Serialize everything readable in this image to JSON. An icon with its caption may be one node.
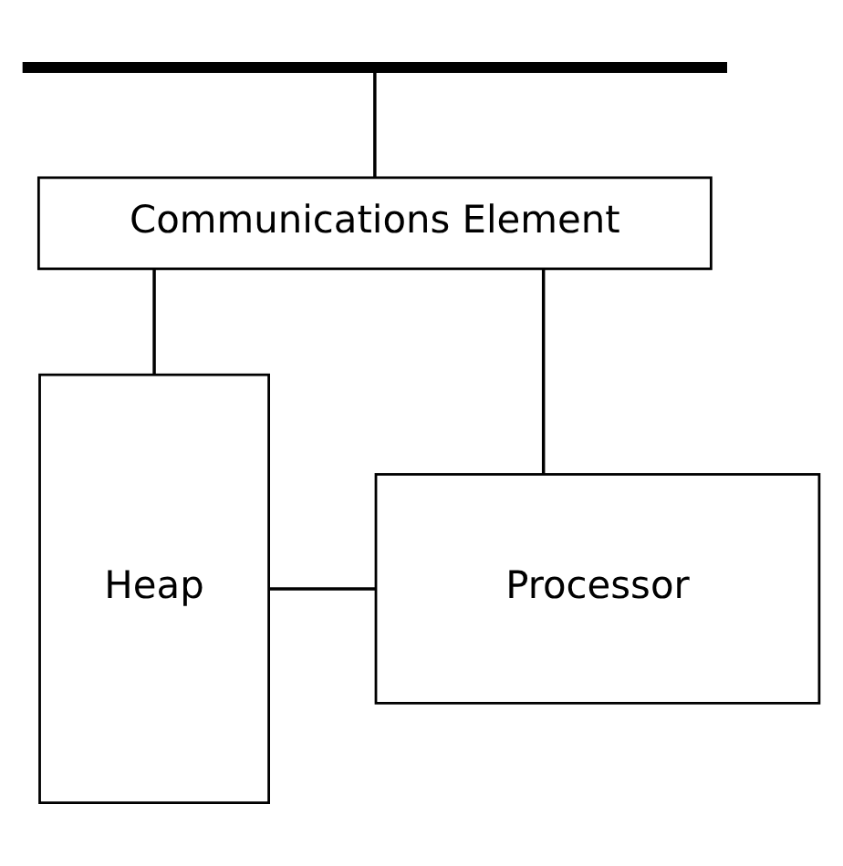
{
  "diagram": {
    "nodes": [
      {
        "text": [],
        "shape": "bar"
      },
      {
        "text": [
          "Communications Element"
        ]
      },
      {
        "text": [
          "Heap"
        ]
      },
      {
        "text": [
          "Processor"
        ]
      }
    ],
    "edges": [
      {
        "from": 0,
        "to": 1,
        "arrow": "none"
      },
      {
        "from": 1,
        "to": 2,
        "arrow": "none"
      },
      {
        "from": 1,
        "to": 3,
        "arrow": "none"
      },
      {
        "from": 2,
        "to": 3,
        "arrow": "none"
      }
    ]
  }
}
